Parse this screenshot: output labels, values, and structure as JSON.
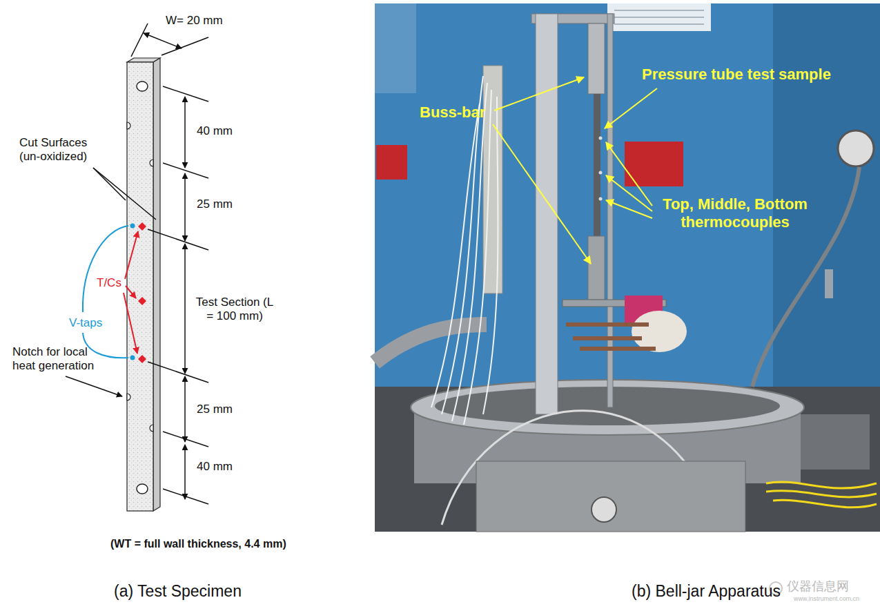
{
  "diagram": {
    "labels": [
      "W= 20 mm",
      "40 mm",
      "Cut Surfaces (un-oxidized)",
      "25 mm",
      "V-taps",
      "T/Cs",
      "Test Section (L = 100 mm)",
      "Notch for local heat generation",
      "25 mm",
      "40 mm",
      "(WT = full wall thickness, 4.4 mm)",
      "(a) Test Specimen",
      "Buss-bar",
      "Pressure tube test sample",
      "Top, Middle, Bottom thermocouples",
      "(b) Bell-jar Apparatus",
      "仪器信息网",
      "www.instrument.com.cn"
    ]
  }
}
